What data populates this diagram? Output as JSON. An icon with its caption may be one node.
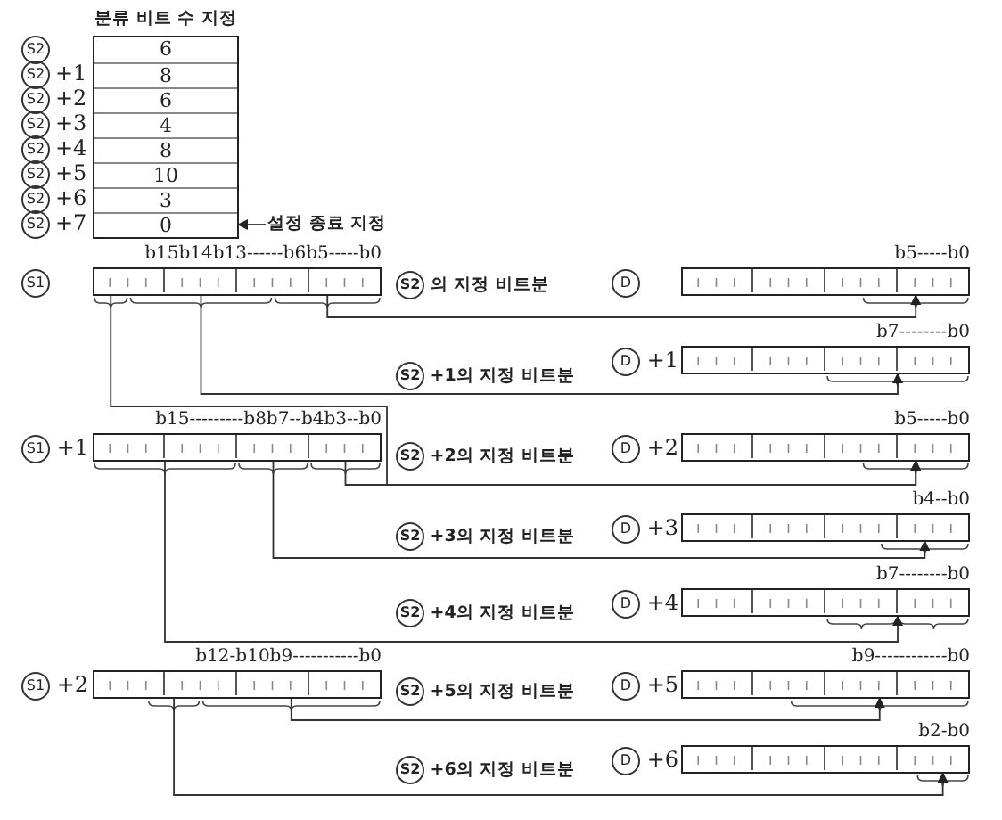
{
  "diagram": {
    "nodes": [
      {
        "text": [
          "분류 비트 수 지정"
        ]
      },
      {
        "text": [
          "6"
        ],
        "in": 0
      },
      {
        "text": [
          "8"
        ],
        "in": 0
      },
      {
        "text": [
          "6"
        ],
        "in": 0
      },
      {
        "text": [
          "4"
        ],
        "in": 0
      },
      {
        "text": [
          "8"
        ],
        "in": 0
      },
      {
        "text": [
          "10"
        ],
        "in": 0
      },
      {
        "text": [
          "3"
        ],
        "in": 0
      },
      {
        "text": [
          "0"
        ],
        "in": 0
      },
      {
        "text": [
          "설정 종료 지정"
        ]
      },
      {
        "text": [
          "S1",
          "b15b14b13------b6b5-----b0"
        ]
      },
      {
        "text": [
          "D",
          "b5-----b0"
        ]
      },
      {
        "text": [
          "D",
          "+1",
          "b7--------b0"
        ]
      },
      {
        "text": [
          "S1",
          "+1",
          "b15---------b8b7--b4b3--b0"
        ]
      },
      {
        "text": [
          "D",
          "+2",
          "b5-----b0"
        ]
      },
      {
        "text": [
          "D",
          "+3",
          "b4--b0"
        ]
      },
      {
        "text": [
          "D",
          "+4",
          "b7--------b0"
        ]
      },
      {
        "text": [
          "S1",
          "+2",
          "b12-b10b9-----------b0"
        ]
      },
      {
        "text": [
          "D",
          "+5",
          "b9------------b0"
        ]
      },
      {
        "text": [
          "D",
          "+6",
          "b2-b0"
        ]
      }
    ],
    "edges": [
      {
        "from": 10,
        "to": 11,
        "arrow": "to",
        "label": "S2 의 지정 비트분"
      },
      {
        "from": 10,
        "to": 12,
        "arrow": "to",
        "label": "S2 +1의 지정 비트분"
      },
      {
        "from": 10,
        "to": 14,
        "arrow": "to",
        "label": "S2 +2의 지정 비트분"
      },
      {
        "from": 13,
        "to": 14,
        "arrow": "to"
      },
      {
        "from": 13,
        "to": 15,
        "arrow": "to",
        "label": "S2 +3의 지정 비트분"
      },
      {
        "from": 13,
        "to": 16,
        "arrow": "to",
        "label": "S2 +4의 지정 비트분"
      },
      {
        "from": 17,
        "to": 18,
        "arrow": "to",
        "label": "S2 +5의 지정 비트분"
      },
      {
        "from": 17,
        "to": 19,
        "arrow": "to",
        "label": "S2 +6의 지정 비트분"
      },
      {
        "from": 9,
        "to": 8,
        "arrow": "to"
      }
    ],
    "labels": [
      "S2",
      "S2",
      "+1",
      "S2",
      "+2",
      "S2",
      "+3",
      "S2",
      "+4",
      "S2",
      "+5",
      "S2",
      "+6",
      "S2",
      "+7"
    ]
  }
}
